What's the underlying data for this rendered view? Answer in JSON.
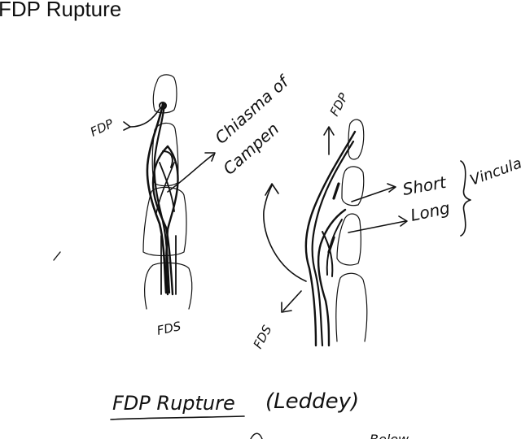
{
  "note": {
    "title": "FDP Rupture"
  },
  "labels": {
    "fdp_left": "FDP",
    "chiasma": "Chiasma of",
    "campen": "Campen",
    "fds_left": "FDS",
    "fdp_right": "FDP",
    "short": "Short",
    "long": "Long",
    "vincula": "Vincula",
    "fds_right": "FDS",
    "heading": "FDP Rupture",
    "heading_paren": "(Leddey)",
    "partial": "Below"
  }
}
